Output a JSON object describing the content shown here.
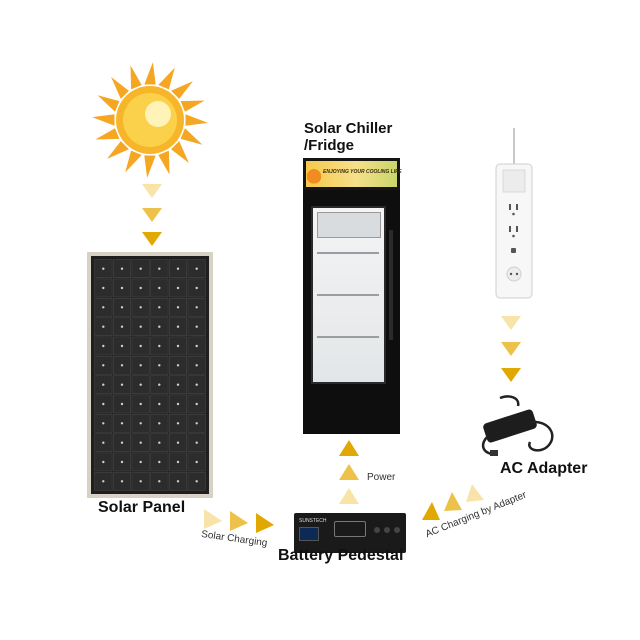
{
  "labels": {
    "solar_panel": "Solar Panel",
    "fridge_line1": "Solar Chiller",
    "fridge_line2": "/Fridge",
    "ac_adapter": "AC Adapter",
    "battery_pedestal": "Battery Pedestal",
    "solar_charging": "Solar Charging",
    "power": "Power",
    "ac_charging": "AC Charging by Adapter"
  },
  "fridge": {
    "header_slogan": "ENJOYING YOUR COOLING LIFE"
  },
  "battery": {
    "brand": "SUNSTECH"
  },
  "colors": {
    "arrow_dark": "#e0a800",
    "arrow_mid": "#ecc24a",
    "arrow_light": "#f6dc99",
    "sun": "#f7b52a"
  }
}
